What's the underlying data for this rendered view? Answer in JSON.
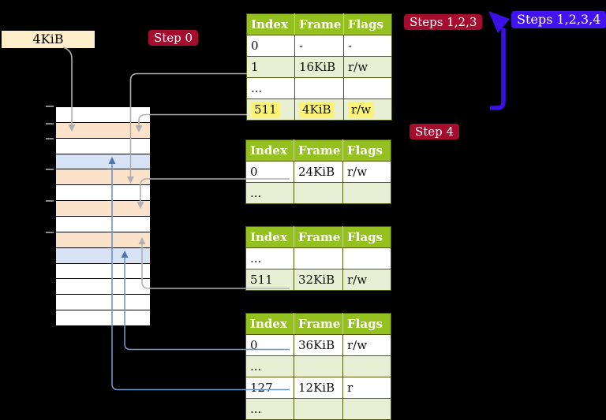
{
  "legend": {
    "label": "4KiB"
  },
  "badges": {
    "step0": {
      "label": "Step 0"
    },
    "steps123": {
      "label": "Steps 1,2,3"
    },
    "steps1234": {
      "label": "Steps 1,2,3,4"
    },
    "step4": {
      "label": "Step 4"
    }
  },
  "tables": {
    "headers": [
      "Index",
      "Frame",
      "Flags"
    ],
    "level1": {
      "rows": [
        [
          "0",
          "-",
          "-"
        ],
        [
          "1",
          "16KiB",
          "r/w"
        ],
        [
          "...",
          "",
          ""
        ],
        [
          "511",
          "4KiB",
          "r/w"
        ]
      ]
    },
    "level2": {
      "rows": [
        [
          "0",
          "24KiB",
          "r/w"
        ],
        [
          "...",
          "",
          ""
        ]
      ]
    },
    "level3": {
      "rows": [
        [
          "...",
          "",
          ""
        ],
        [
          "511",
          "32KiB",
          "r/w"
        ]
      ]
    },
    "level4": {
      "rows": [
        [
          "0",
          "36KiB",
          "r/w"
        ],
        [
          "...",
          "",
          ""
        ],
        [
          "127",
          "12KiB",
          "r"
        ],
        [
          "...",
          "",
          ""
        ]
      ]
    }
  },
  "memory": {
    "rows": [
      "white",
      "peach",
      "white",
      "blue",
      "peach",
      "white",
      "peach",
      "white",
      "peach",
      "blue",
      "white",
      "white",
      "white",
      "white"
    ]
  },
  "arrows": {
    "gray": [
      "4KiB-label-to-frame",
      "table1-row1",
      "table1-row511",
      "table2-row0",
      "table3-row511"
    ],
    "blue": [
      "table4-row0",
      "table4-row127"
    ],
    "loop": "steps-loop-up-arrow"
  },
  "colors": {
    "background": "#000000",
    "header_green": "#94c11f",
    "row_green": "#e9efd4",
    "highlight_yellow": "#fbf378",
    "badge_red": "#a60c2e",
    "badge_blue": "#4113ee",
    "memory_peach": "#fbe3cb",
    "memory_blue": "#d7e3f4",
    "gray_line": "#b0b0b0",
    "blue_line": "#6f95c6",
    "loop_arrow_blue": "#3b11e8"
  }
}
